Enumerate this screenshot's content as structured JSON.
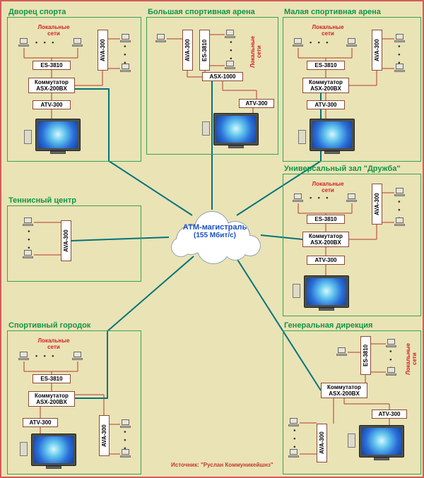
{
  "cloud": {
    "title": "АТМ-магистраль",
    "subtitle": "(155 Мбит/с)"
  },
  "source": "Источник: \"Руслан Коммуникейшнз\"",
  "dots": "• • •",
  "sites": [
    {
      "title": "Дворец спорта",
      "local": "Локальные сети",
      "es": "ES-3810",
      "switch_line1": "Коммутатор",
      "switch_line2": "ASX-200BX",
      "atv": "ATV-300",
      "ava": "AVA-300"
    },
    {
      "title": "Большая спортивная арена",
      "local": "Локальные сети",
      "es": "ES-3810",
      "switch": "ASX-1000",
      "atv": "ATV-300",
      "ava": "AVA-300"
    },
    {
      "title": "Малая спортивная арена",
      "local": "Локальные сети",
      "es": "ES-3810",
      "switch_line1": "Коммутатор",
      "switch_line2": "ASX-200BX",
      "atv": "ATV-300",
      "ava": "AVA-300"
    },
    {
      "title": "Универсальный зал \"Дружба\"",
      "local": "Локальные сети",
      "es": "ES-3810",
      "switch_line1": "Коммутатор",
      "switch_line2": "ASX-200BX",
      "atv": "ATV-300",
      "ava": "AVA-300"
    },
    {
      "title": "Теннисный центр",
      "ava": "AVA-300"
    },
    {
      "title": "Спортивный городок",
      "local": "Локальные сети",
      "es": "ES-3810",
      "switch_line1": "Коммутатор",
      "switch_line2": "ASX-200BX",
      "atv": "ATV-300",
      "ava": "AVA-300"
    },
    {
      "title": "Генеральная дирекция",
      "local": "Локальные сети",
      "es": "ES-3810",
      "switch_line1": "Коммутатор",
      "switch_line2": "ASX-200BX",
      "atv": "ATV-300",
      "ava": "AVA-300"
    }
  ]
}
